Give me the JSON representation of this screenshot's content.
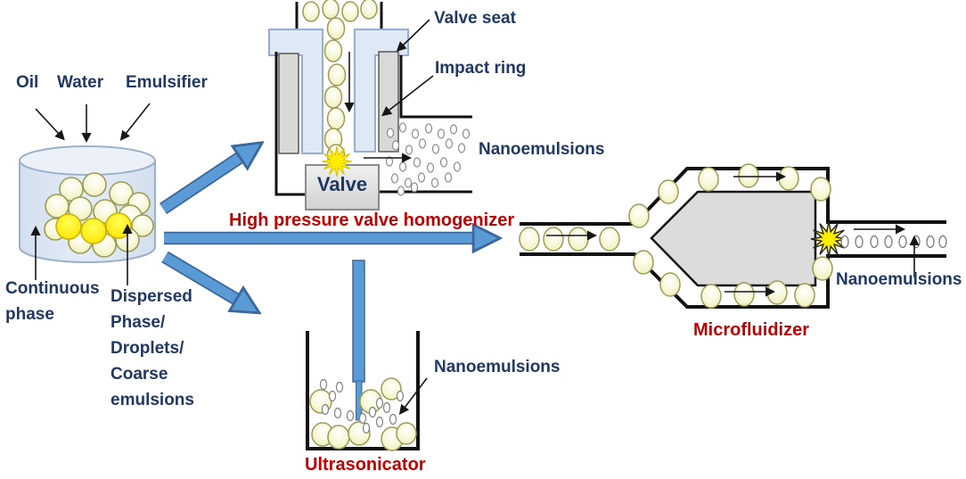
{
  "colors": {
    "label_navy": "#1f3864",
    "title_red": "#c00000",
    "arrow_blue": "#5b9bd5",
    "arrow_blue_border": "#3a679c",
    "droplet_pale_yellow": "#f6f6d2",
    "droplet_bright_yellow": "#ffec00",
    "device_gray": "#d9d9d9",
    "valve_seat_light_blue": "#dfe9f6",
    "outline_black": "#111111"
  },
  "feed": {
    "inputs": [
      {
        "label": "Oil"
      },
      {
        "label": "Water"
      },
      {
        "label": "Emulsifier"
      }
    ],
    "continuous_phase_label": "Continuous\nphase",
    "dispersed_phase_label": "Dispersed\nPhase/\nDroplets/\nCoarse\nemulsions"
  },
  "high_pressure_valve_homogenizer": {
    "title": "High pressure valve homogenizer",
    "valve_seat_label": "Valve seat",
    "impact_ring_label": "Impact ring",
    "valve_label": "Valve",
    "output_label": "Nanoemulsions"
  },
  "microfluidizer": {
    "title": "Microfluidizer",
    "output_label": "Nanoemulsions"
  },
  "ultrasonicator": {
    "title": "Ultrasonicator",
    "output_label": "Nanoemulsions"
  }
}
